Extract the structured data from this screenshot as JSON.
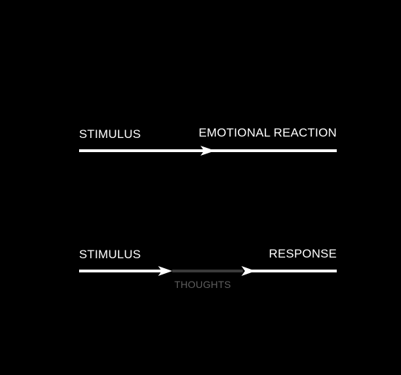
{
  "colors": {
    "background": "#000000",
    "primary_line": "#ffffff",
    "thought_line": "#3a3a3a",
    "thought_text": "#5e5e5e"
  },
  "top_flow": {
    "start_label": "STIMULUS",
    "end_label": "EMOTIONAL REACTION"
  },
  "bottom_flow": {
    "start_label": "STIMULUS",
    "middle_label": "THOUGHTS",
    "end_label": "RESPONSE"
  }
}
